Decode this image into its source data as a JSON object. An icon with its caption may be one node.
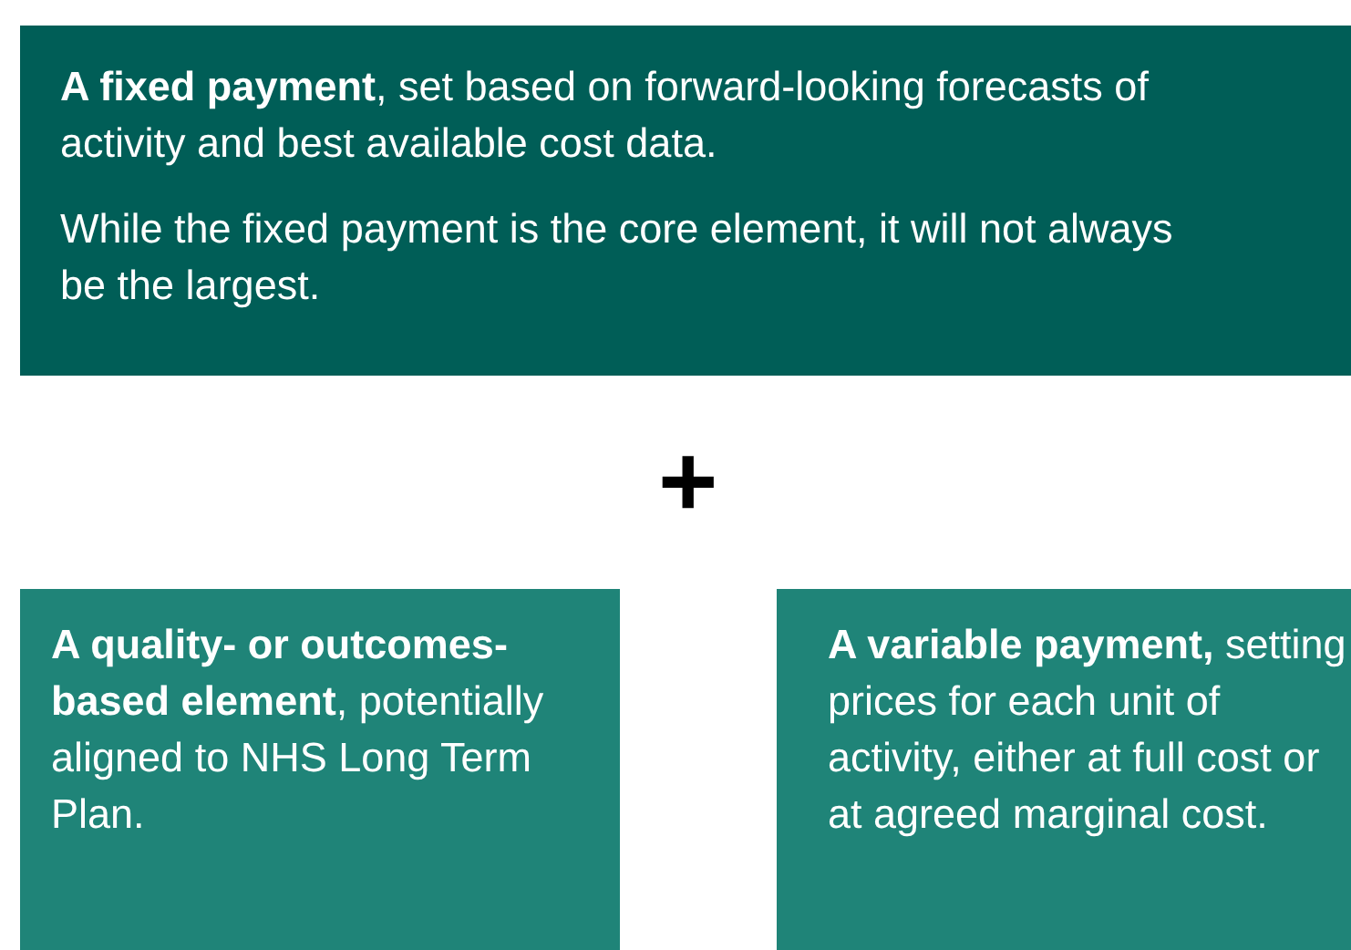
{
  "diagram": {
    "nodes": [
      {
        "text": [
          "**A fixed payment**, set based on forward-looking forecasts of activity and best available cost data.",
          "While the fixed payment is the core element, it will not always be the largest."
        ]
      },
      {
        "text": [
          "**A quality- or outcomes-based element**, potentially aligned to NHS Long Term Plan."
        ]
      },
      {
        "text": [
          "**A variable payment,** setting prices for each unit of activity, either at full cost or at agreed marginal cost."
        ]
      }
    ],
    "labels": [
      "+"
    ]
  }
}
